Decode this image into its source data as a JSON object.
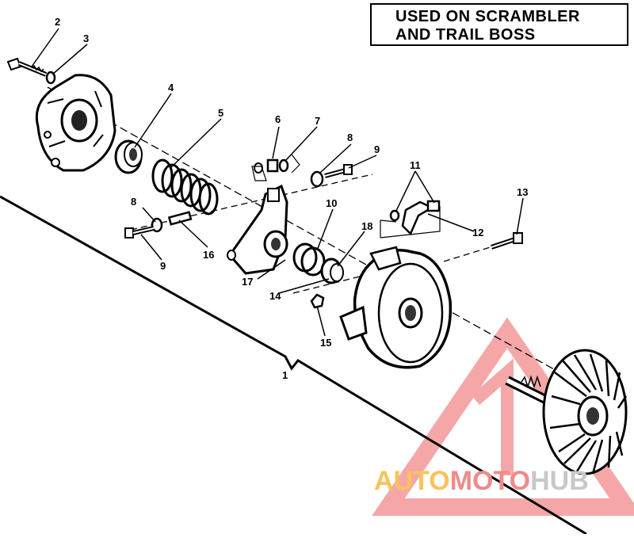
{
  "callout": {
    "line1": "USED ON SCRAMBLER",
    "line2": "AND TRAIL BOSS"
  },
  "watermark": {
    "part1": "AUTO",
    "part2": "MOTO",
    "part3": "HUB",
    "colors": {
      "auto": "#f8c35a",
      "moto": "#f08a8a",
      "hub": "#c8c8c8",
      "triangle": "#f28a8a"
    }
  },
  "part_labels": {
    "p1": "1",
    "p2": "2",
    "p3": "3",
    "p4": "4",
    "p5": "5",
    "p6": "6",
    "p7": "7",
    "p8a": "8",
    "p8b": "8",
    "p9a": "9",
    "p9b": "9",
    "p10": "10",
    "p11": "11",
    "p12": "12",
    "p13": "13",
    "p14": "14",
    "p15": "15",
    "p16": "16",
    "p17": "17",
    "p18": "18"
  }
}
